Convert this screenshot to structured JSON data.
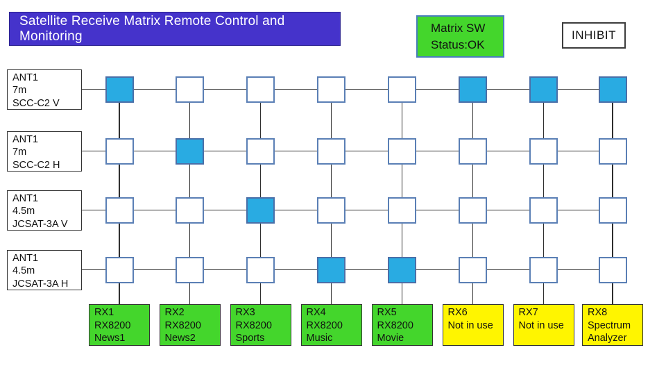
{
  "title": "Satellite Receive Matrix Remote Control and Monitoring",
  "status_box": {
    "line1": "Matrix SW",
    "line2": "Status:OK"
  },
  "inhibit_button": {
    "label": "INHIBIT"
  },
  "colors": {
    "banner_purple": "#4533cb",
    "status_green": "#44d62c",
    "active_crosspoint_blue": "#29abe2",
    "rx_in_use_green": "#44d62c",
    "rx_not_in_use_yellow": "#fff500"
  },
  "inputs": [
    {
      "lines": [
        "ANT1",
        "7m",
        "SCC-C2 V"
      ]
    },
    {
      "lines": [
        "ANT1",
        "7m",
        "SCC-C2 H"
      ]
    },
    {
      "lines": [
        "ANT1",
        "4.5m",
        "JCSAT-3A V"
      ]
    },
    {
      "lines": [
        "ANT1",
        "4.5m",
        "JCSAT-3A H"
      ]
    }
  ],
  "outputs": [
    {
      "lines": [
        "RX1",
        "RX8200",
        "News1"
      ],
      "state": "in-use"
    },
    {
      "lines": [
        "RX2",
        "RX8200",
        "News2"
      ],
      "state": "in-use"
    },
    {
      "lines": [
        "RX3",
        "RX8200",
        "Sports"
      ],
      "state": "in-use"
    },
    {
      "lines": [
        "RX4",
        "RX8200",
        "Music"
      ],
      "state": "in-use"
    },
    {
      "lines": [
        "RX5",
        "RX8200",
        "Movie"
      ],
      "state": "in-use"
    },
    {
      "lines": [
        "RX6",
        "Not in use"
      ],
      "state": "not-in-use"
    },
    {
      "lines": [
        "RX7",
        "Not in use"
      ],
      "state": "not-in-use"
    },
    {
      "lines": [
        "RX8",
        "Spectrum",
        "Analyzer"
      ],
      "state": "not-in-use"
    }
  ],
  "matrix": {
    "rows": 4,
    "cols": 8,
    "active_cells": [
      [
        1,
        1
      ],
      [
        1,
        6
      ],
      [
        1,
        7
      ],
      [
        1,
        8
      ],
      [
        2,
        2
      ],
      [
        3,
        3
      ],
      [
        4,
        4
      ],
      [
        4,
        5
      ]
    ]
  }
}
